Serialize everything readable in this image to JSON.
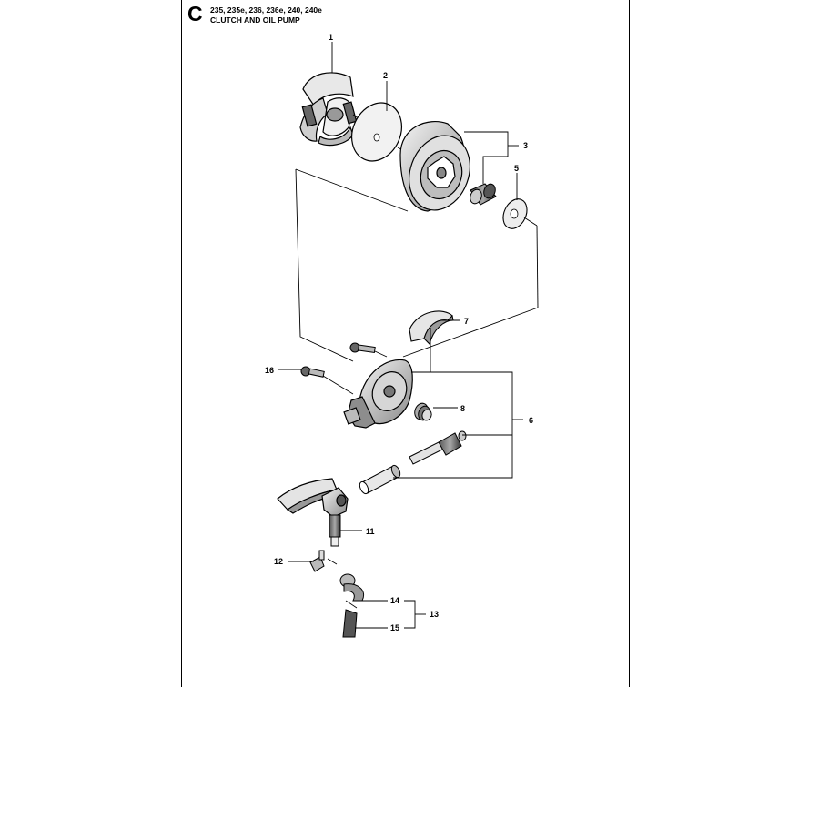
{
  "section": {
    "letter": "C",
    "models": "235, 235e, 236, 236e, 240, 240e",
    "title": "CLUTCH AND OIL PUMP"
  },
  "callouts": [
    "1",
    "2",
    "3",
    "5",
    "7",
    "16",
    "8",
    "6",
    "11",
    "12",
    "14",
    "13",
    "15"
  ]
}
